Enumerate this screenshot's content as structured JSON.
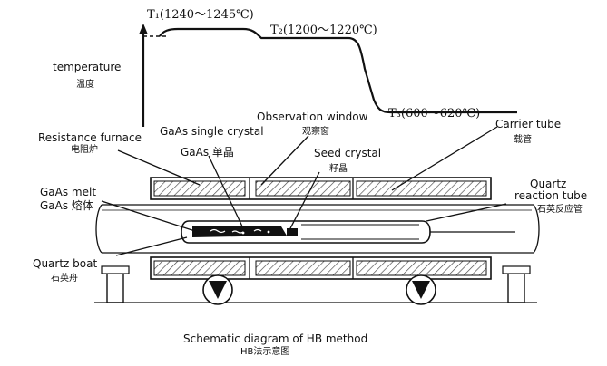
{
  "temperature_profile": {
    "t1_label": "T₁(1240～1245℃)",
    "t2_label": "T₂(1200～1220℃)",
    "t3_label": "T₃(600～620℃)",
    "axis_label_en": "temperature",
    "axis_label_cn": "温度"
  },
  "labels": {
    "resistance_furnace_en": "Resistance furnace",
    "resistance_furnace_cn": "电阻炉",
    "gaas_single_crystal_en": "GaAs single crystal",
    "gaas_single_crystal_cn": "GaAs 单晶",
    "observation_window_en": "Observation window",
    "observation_window_cn": "观察窗",
    "seed_crystal_en": "Seed crystal",
    "seed_crystal_cn": "籽晶",
    "carrier_tube_en": "Carrier tube",
    "carrier_tube_cn": "载管",
    "gaas_melt_en_1": "GaAs melt",
    "gaas_melt_en_2": "GaAs 熔体",
    "quartz_reaction_tube_en_1": "Quartz",
    "quartz_reaction_tube_en_2": "reaction tube",
    "quartz_reaction_tube_cn": "石英反应管",
    "quartz_boat_en": "Quartz boat",
    "quartz_boat_cn": "石英舟"
  },
  "caption": {
    "title_en": "Schematic diagram of HB method",
    "title_cn": "HB法示意图"
  },
  "colors": {
    "ink": "#111111",
    "hatch": "#444444",
    "background": "#ffffff"
  }
}
